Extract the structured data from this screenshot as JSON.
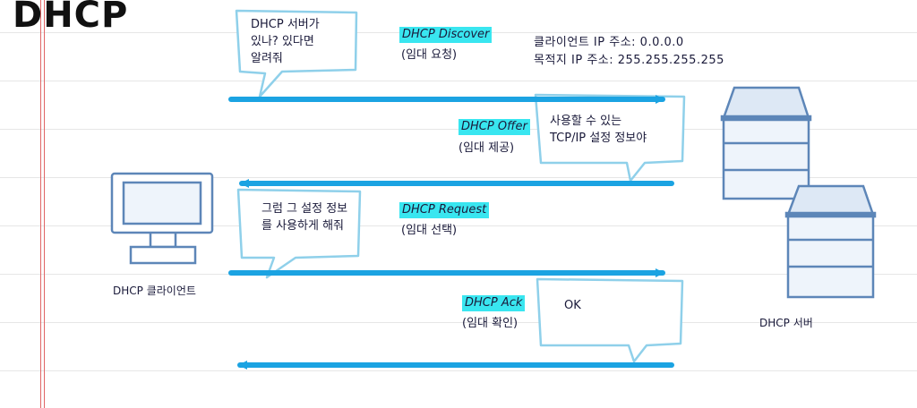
{
  "title": "DHCP",
  "messages": [
    {
      "label": "DHCP Discover",
      "sub": "(임대 요청)"
    },
    {
      "label": "DHCP Offer",
      "sub": "(임대 제공)"
    },
    {
      "label": "DHCP Request",
      "sub": "(임대 선택)"
    },
    {
      "label": "DHCP Ack",
      "sub": "(임대 확인)"
    }
  ],
  "bubbles": {
    "discover": "DHCP 서버가\n있나? 있다면\n알려줘",
    "offer": "사용할 수 있는\nTCP/IP 설정 정보야",
    "request": "그럼 그 설정 정보\n를 사용하게 해줘",
    "ack": "OK"
  },
  "discover_info": {
    "client_ip": "클라이언트 IP 주소: 0.0.0.0",
    "dest_ip": "목적지 IP 주소: 255.255.255.255"
  },
  "client_label": "DHCP 클라이언트",
  "server_label": "DHCP 서버",
  "colors": {
    "arrow": "#1ba3e2",
    "bubble_stroke": "#8fd0ea",
    "highlight": "#39e6f0",
    "device_stroke": "#5d86b8",
    "server_fill": "#dde8f5",
    "margin_line": "#e06666"
  }
}
